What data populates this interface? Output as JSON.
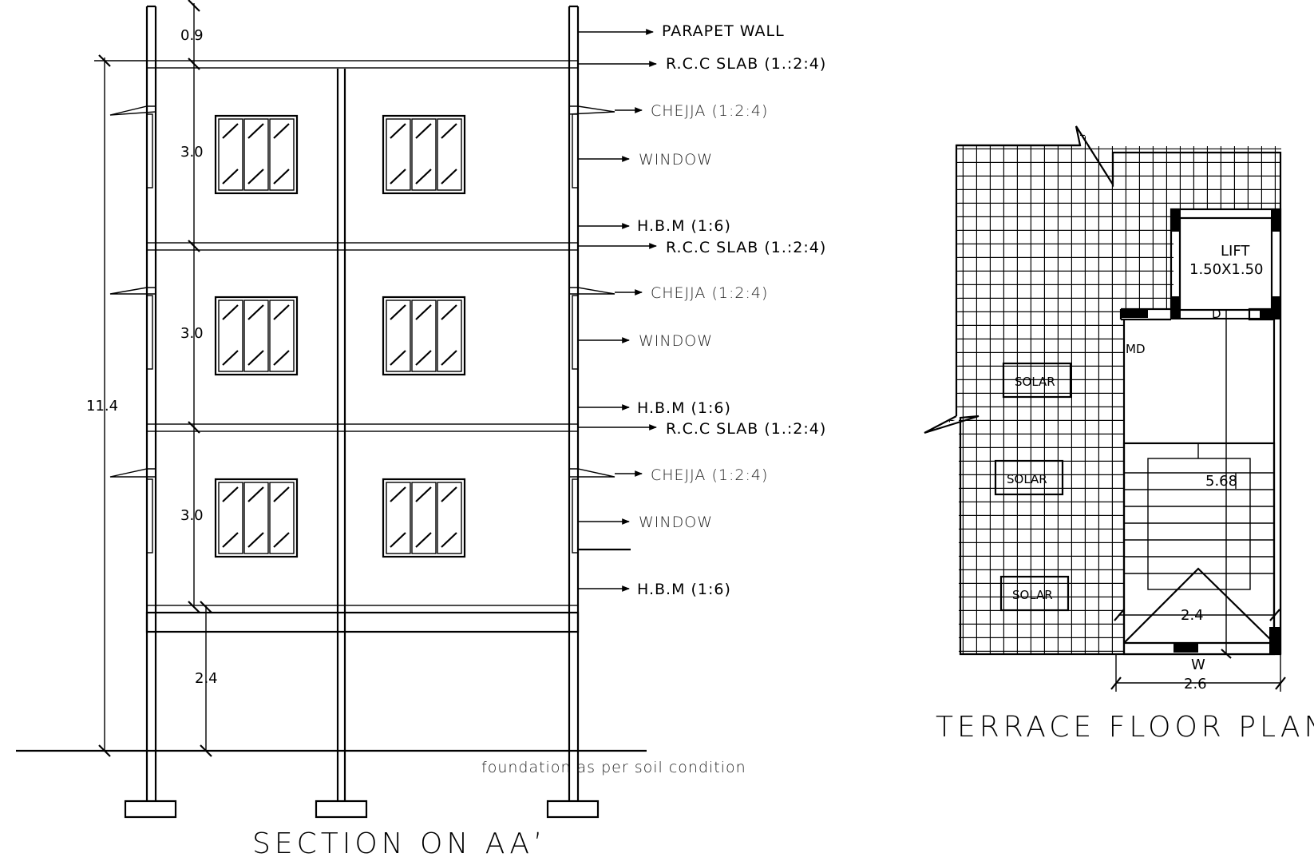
{
  "section": {
    "title": "SECTION ON AA’",
    "labels": {
      "parapet": "PARAPET WALL",
      "slab1": "R.C.C SLAB (1.:2:4)",
      "slab2": "R.C.C SLAB (1.:2:4)",
      "slab3": "R.C.C SLAB (1.:2:4)",
      "chejja1": "CHEJJA (1:2:4)",
      "chejja2": "CHEJJA (1:2:4)",
      "chejja3": "CHEJJA (1:2:4)",
      "window1": "WINDOW",
      "window2": "WINDOW",
      "window3": "WINDOW",
      "hbm1": "H.B.M (1:6)",
      "hbm2": "H.B.M (1:6)",
      "hbm3": "H.B.M (1:6)",
      "foundation": "foundation as per soil condition"
    },
    "dimensions": {
      "parapet_height": "0.9",
      "floor1": "3.0",
      "floor2": "3.0",
      "floor3": "3.0",
      "total": "11.4",
      "stilt": "2.4"
    }
  },
  "terrace": {
    "title": "TERRACE FLOOR PLAN",
    "lift_label": "LIFT",
    "lift_size": "1.50X1.50",
    "door_label": "D",
    "main_door_label": "MD",
    "solar_labels": [
      "SOLAR",
      "SOLAR",
      "SOLAR"
    ],
    "dim_stair_length": "5.68",
    "dim_stair_width": "2.4",
    "dim_overall_width": "2.6",
    "window_label": "W"
  }
}
